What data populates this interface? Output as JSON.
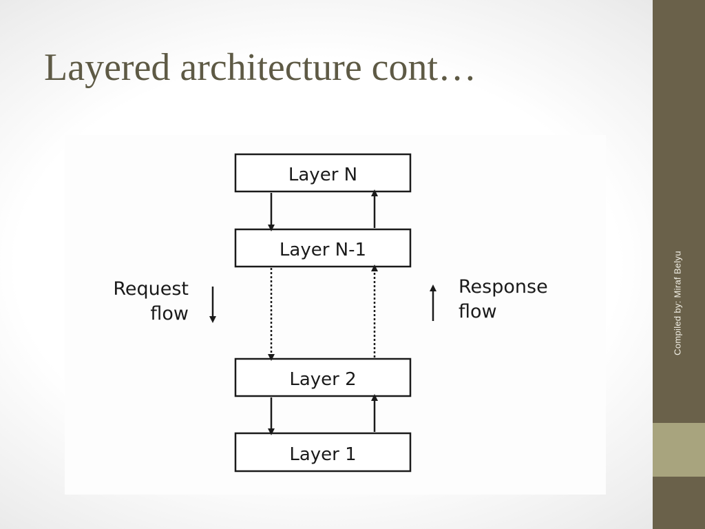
{
  "slide": {
    "title": "Layered architecture cont…",
    "footer_credit": "Compiled by: Miraf Belyu"
  },
  "diagram": {
    "layers": [
      {
        "label": "Layer N"
      },
      {
        "label": "Layer N-1"
      },
      {
        "label": "Layer 2"
      },
      {
        "label": "Layer 1"
      }
    ],
    "request_flow": {
      "line1": "Request",
      "line2": "flow"
    },
    "response_flow": {
      "line1": "Response",
      "line2": "flow"
    }
  },
  "colors": {
    "title": "#5e5a45",
    "sidebar": "#6a614a",
    "sidebar_accent": "#a8a47e",
    "diagram_ink": "#1a1a1a"
  }
}
